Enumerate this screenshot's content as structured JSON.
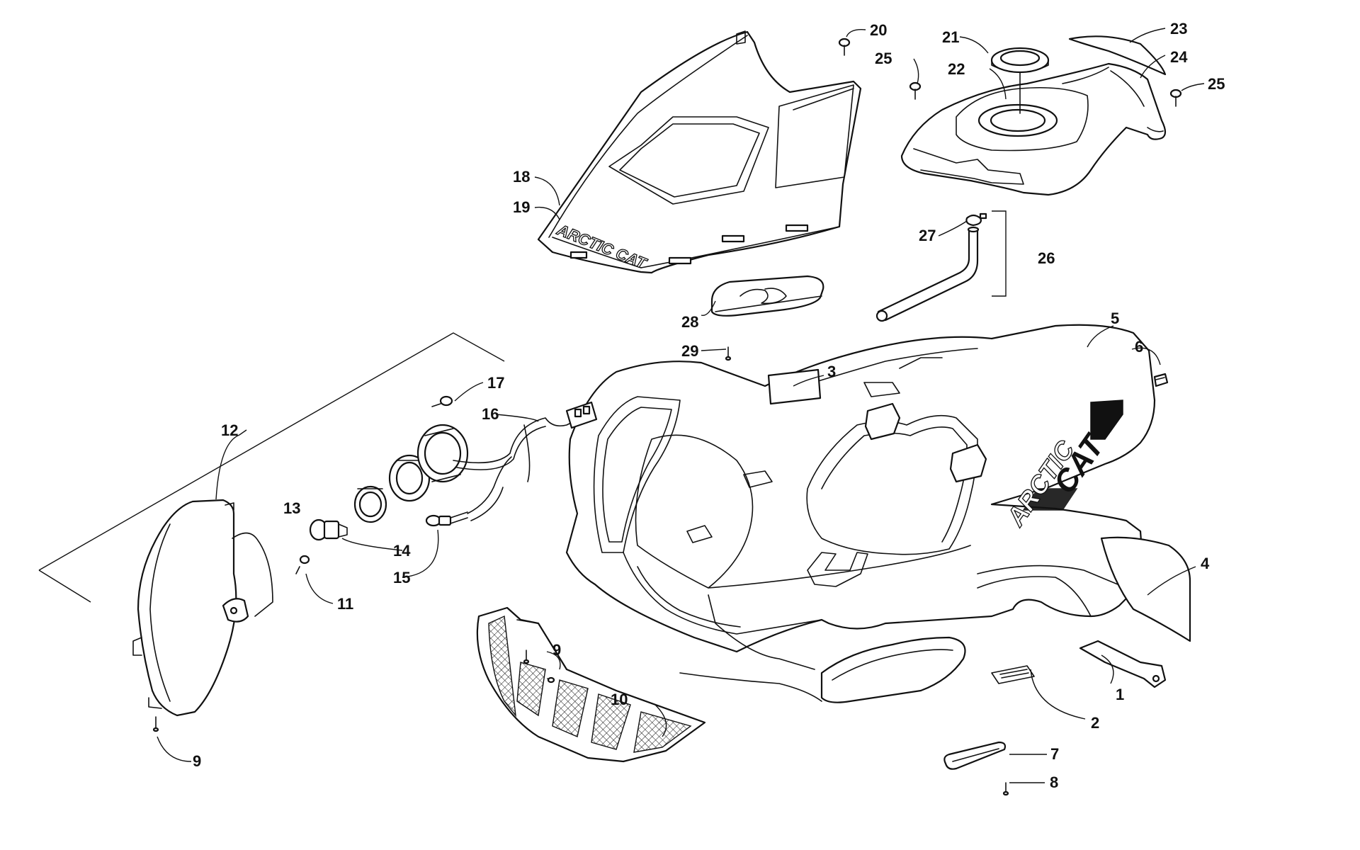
{
  "callouts": {
    "c1": "1",
    "c2": "2",
    "c3": "3",
    "c4": "4",
    "c5": "5",
    "c6": "6",
    "c7": "7",
    "c8": "8",
    "c9a": "9",
    "c9b": "9",
    "c10": "10",
    "c11": "11",
    "c12": "12",
    "c13": "13",
    "c14": "14",
    "c15": "15",
    "c16": "16",
    "c17": "17",
    "c18": "18",
    "c19": "19",
    "c20": "20",
    "c21": "21",
    "c22": "22",
    "c23": "23",
    "c24": "24",
    "c25a": "25",
    "c25b": "25",
    "c26": "26",
    "c27": "27",
    "c28": "28",
    "c29": "29"
  },
  "decals": {
    "logo_seat": "ARCTIC CAT",
    "logo_fender_outline": "ARCTIC",
    "logo_fender_solid": "CAT"
  }
}
